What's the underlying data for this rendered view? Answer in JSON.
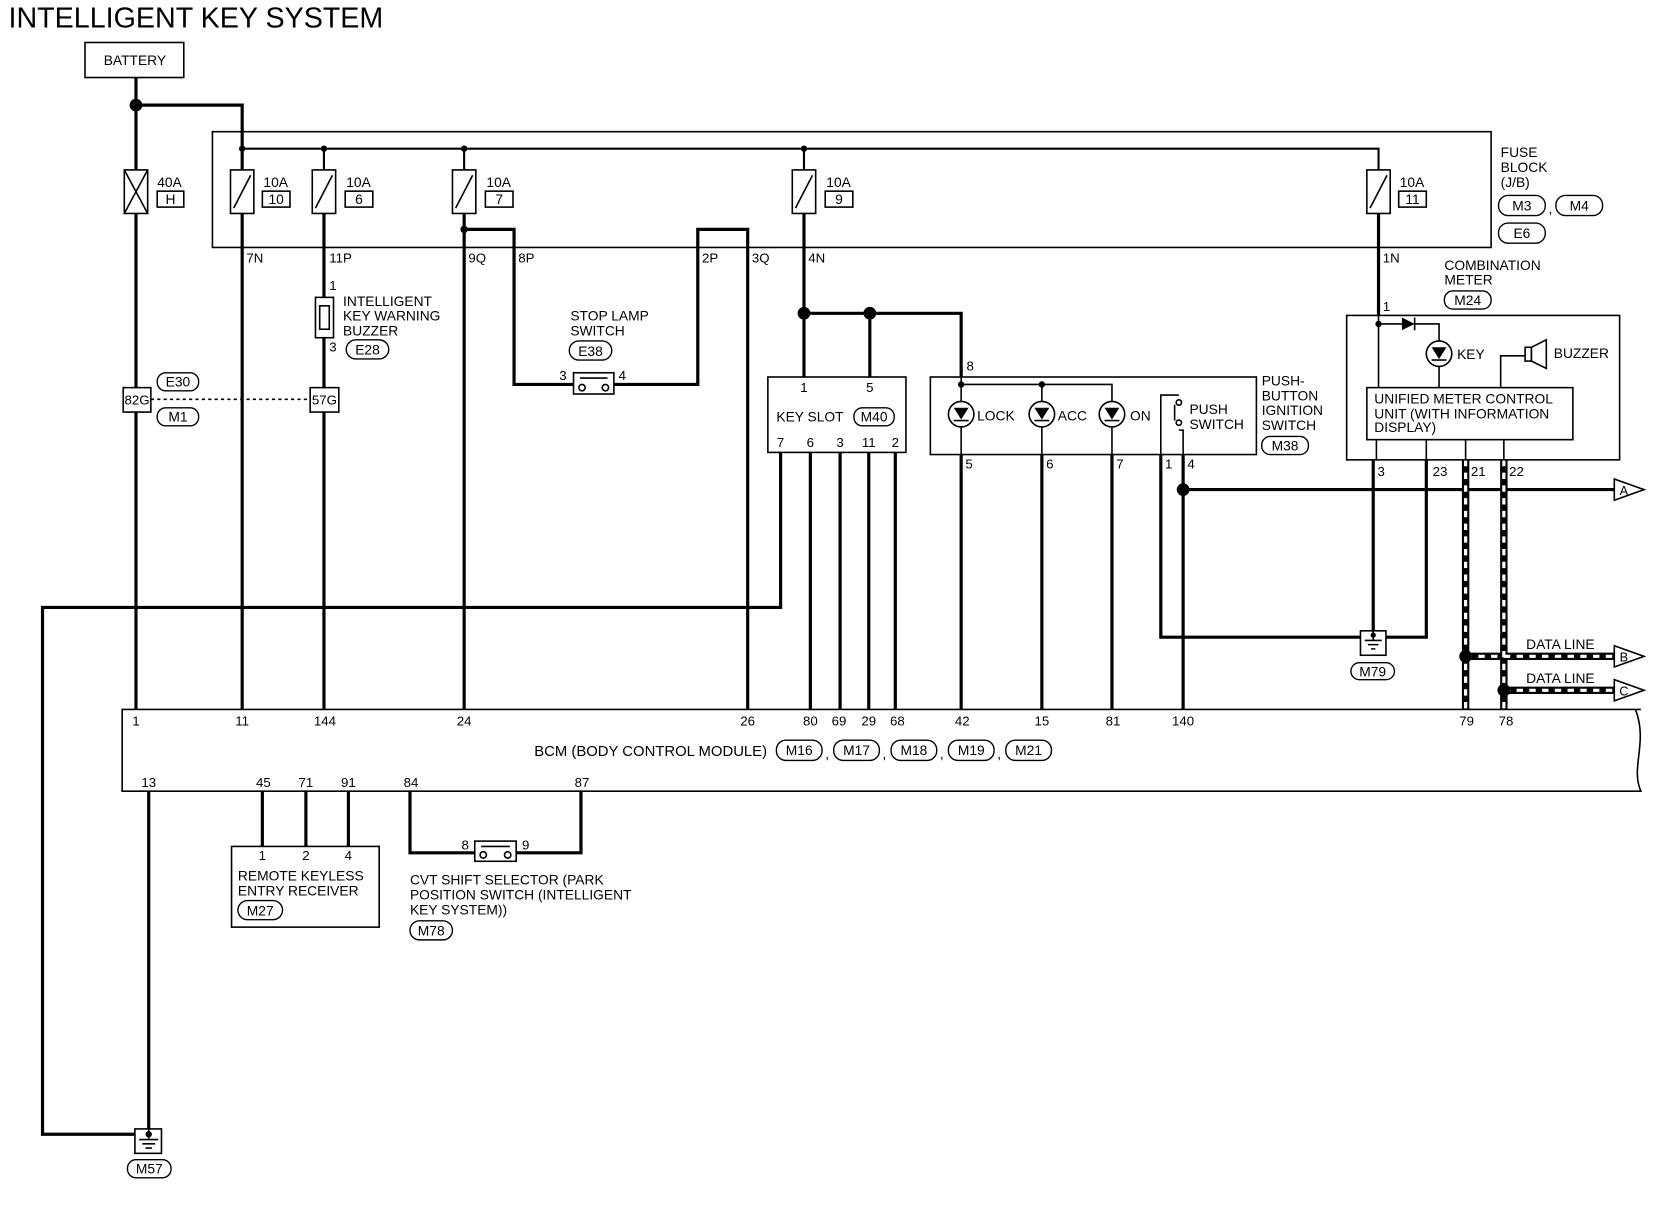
{
  "title": "INTELLIGENT KEY SYSTEM",
  "battery": {
    "label": "BATTERY"
  },
  "fuses": {
    "f40": {
      "rating": "40A",
      "number": "H"
    },
    "f10": {
      "rating": "10A",
      "number": "10"
    },
    "f6": {
      "rating": "10A",
      "number": "6"
    },
    "f7": {
      "rating": "10A",
      "number": "7"
    },
    "f9": {
      "rating": "10A",
      "number": "9"
    },
    "f11": {
      "rating": "10A",
      "number": "11"
    }
  },
  "fuse_block": {
    "label_1": "FUSE",
    "label_2": "BLOCK",
    "label_3": "(J/B)",
    "connector_1": "M3",
    "separator": ",",
    "connector_2": "M4",
    "connector_3": "E6",
    "pins": {
      "p7n": "7N",
      "p11p": "11P",
      "p9q": "9Q",
      "p8p": "8P",
      "p2p": "2P",
      "p3q": "3Q",
      "p4n": "4N",
      "p1n": "1N"
    }
  },
  "joint_connector": {
    "pin_a": "82G",
    "pin_b": "57G",
    "connector_1": "E30",
    "connector_2": "M1"
  },
  "warning_buzzer": {
    "label_1": "INTELLIGENT",
    "label_2": "KEY WARNING",
    "label_3": "BUZZER",
    "connector": "E28",
    "pin_1": "1",
    "pin_3": "3"
  },
  "stop_lamp_switch": {
    "label_1": "STOP LAMP",
    "label_2": "SWITCH",
    "connector": "E38",
    "pin_3": "3",
    "pin_4": "4"
  },
  "key_slot": {
    "label": "KEY SLOT",
    "connector": "M40",
    "top_pins": [
      "1",
      "5"
    ],
    "bottom_pins": [
      "7",
      "6",
      "3",
      "11",
      "2"
    ]
  },
  "push_button_switch": {
    "label_1": "PUSH-",
    "label_2": "BUTTON",
    "label_3": "IGNITION",
    "label_4": "SWITCH",
    "connector": "M38",
    "top_pin": "8",
    "lock": "LOCK",
    "acc": "ACC",
    "on": "ON",
    "push_1": "PUSH",
    "push_2": "SWITCH",
    "bottom_pins": [
      "5",
      "6",
      "7",
      "1",
      "4"
    ]
  },
  "combination_meter": {
    "label_1": "COMBINATION",
    "label_2": "METER",
    "connector": "M24",
    "top_pin": "1",
    "key": "KEY",
    "buzzer": "BUZZER",
    "unit_1": "UNIFIED METER CONTROL",
    "unit_2": "UNIT (WITH INFORMATION",
    "unit_3": "DISPLAY)",
    "bottom_pins": [
      "3",
      "23",
      "21",
      "22"
    ]
  },
  "grounds": {
    "m79": "M79",
    "m57": "M57"
  },
  "outputs": {
    "a": "A",
    "b": "B",
    "c": "C",
    "data_line_1": "DATA LINE",
    "data_line_2": "DATA LINE"
  },
  "bcm": {
    "label": "BCM (BODY CONTROL MODULE)",
    "connectors": [
      "M16",
      "M17",
      "M18",
      "M19",
      "M21"
    ],
    "separator": ",",
    "top_pins": [
      "1",
      "11",
      "144",
      "24",
      "26",
      "80",
      "69",
      "29",
      "68",
      "42",
      "15",
      "81",
      "140",
      "79",
      "78"
    ],
    "bottom_pins": [
      "13",
      "45",
      "71",
      "91",
      "84",
      "87"
    ]
  },
  "remote_keyless": {
    "label_1": "REMOTE KEYLESS",
    "label_2": "ENTRY RECEIVER",
    "connector": "M27",
    "pins": [
      "1",
      "2",
      "4"
    ]
  },
  "cvt_selector": {
    "label_1": "CVT SHIFT SELECTOR (PARK",
    "label_2": "POSITION SWITCH (INTELLIGENT",
    "label_3": "KEY SYSTEM))",
    "connector": "M78",
    "pins": [
      "8",
      "9"
    ]
  }
}
